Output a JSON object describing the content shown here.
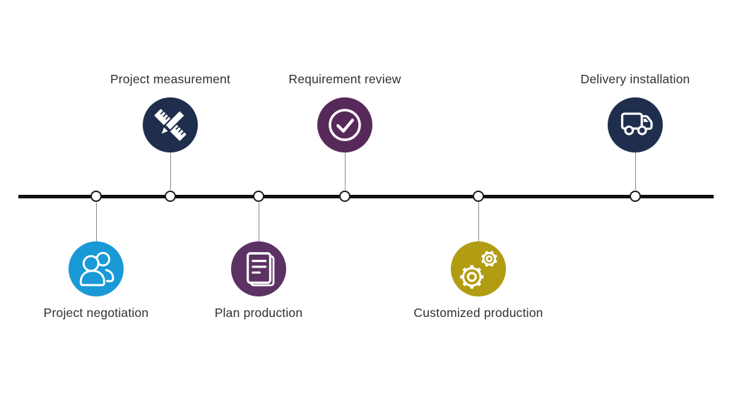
{
  "diagram": {
    "type": "process-timeline",
    "background": "#ffffff",
    "line_color": "#111111",
    "connector_color": "#8c8c8c",
    "dot_fill": "#ffffff",
    "dot_border": "#1a1a1a",
    "text_color": "#303030",
    "items": [
      {
        "label": "Project negotiation",
        "side": "below",
        "icon": "people-icon",
        "color": "#1999D6"
      },
      {
        "label": "Project measurement",
        "side": "above",
        "icon": "ruler-pencil-icon",
        "color": "#1F2E4C"
      },
      {
        "label": "Plan production",
        "side": "below",
        "icon": "document-icon",
        "color": "#5C3163"
      },
      {
        "label": "Requirement review",
        "side": "above",
        "icon": "check-circle-icon",
        "color": "#57295A"
      },
      {
        "label": "Customized production",
        "side": "below",
        "icon": "gears-icon",
        "color": "#B19C12"
      },
      {
        "label": "Delivery installation",
        "side": "above",
        "icon": "truck-icon",
        "color": "#1F2E4C"
      }
    ]
  }
}
